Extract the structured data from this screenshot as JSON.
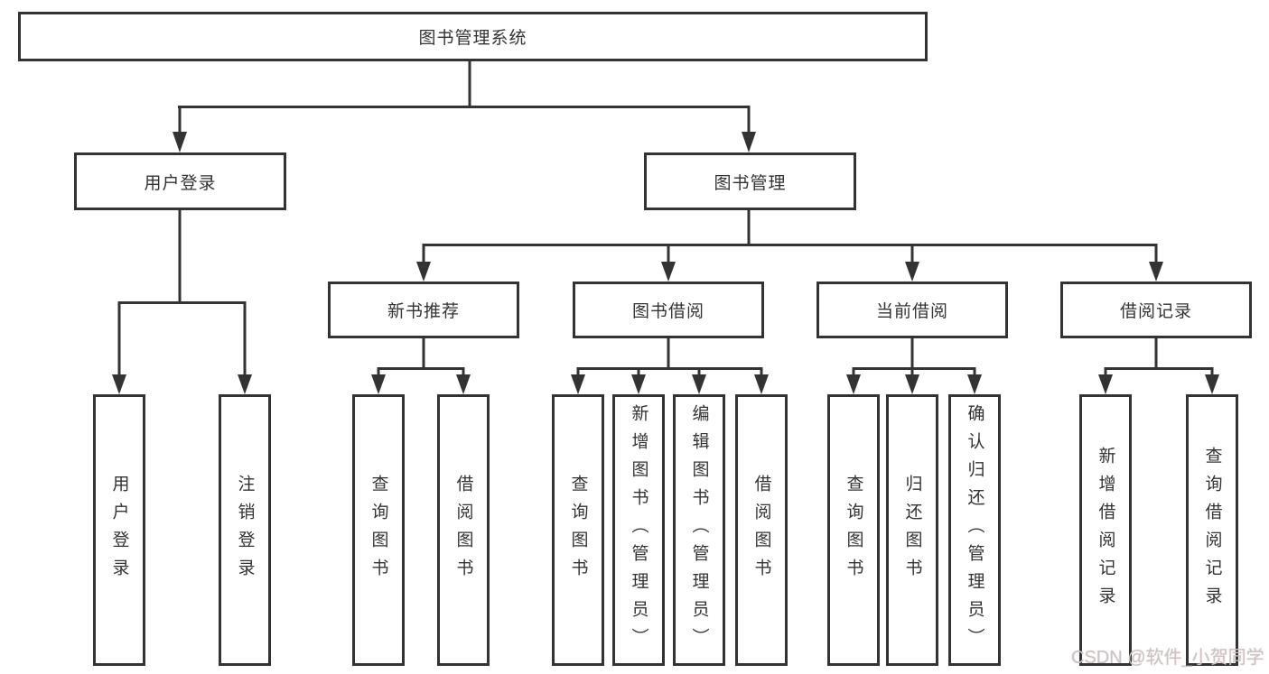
{
  "nodes": {
    "root": "图书管理系统",
    "user_login": "用户登录",
    "book_management": "图书管理",
    "new_book_recommend": "新书推荐",
    "book_borrowing": "图书借阅",
    "current_borrowing": "当前借阅",
    "borrowing_records": "借阅记录",
    "user_login_leaf": "用户登录",
    "logout_leaf": "注销登录",
    "query_books_under_recommend": "查询图书",
    "borrow_books_under_recommend": "借阅图书",
    "query_books_under_borrowing": "查询图书",
    "add_books_admin": "新增图书（管理员）",
    "edit_books_admin": "编辑图书（管理员）",
    "borrow_books_under_borrowing": "借阅图书",
    "query_books_under_current": "查询图书",
    "return_books": "归还图书",
    "confirm_return_admin": "确认归还（管理员）",
    "add_borrow_record": "新增借阅记录",
    "query_borrow_record": "查询借阅记录"
  },
  "watermark": "CSDN @软件_小贺同学",
  "colors": {
    "line": "#333333",
    "text": "#333333",
    "background": "#ffffff",
    "watermark": "#c6c6c6"
  }
}
